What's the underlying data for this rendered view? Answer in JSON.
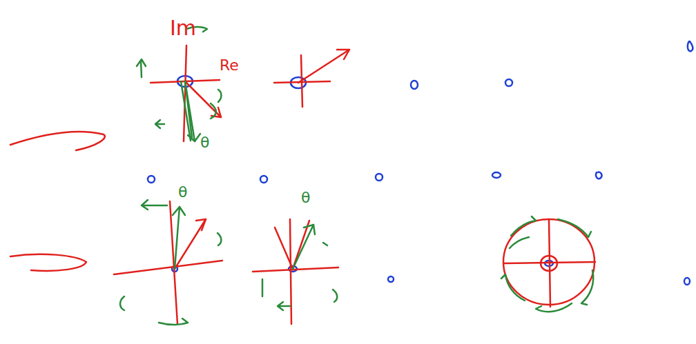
{
  "diagram": {
    "labels": [
      "Im",
      "Re",
      "θ",
      "θ",
      "θ"
    ]
  }
}
